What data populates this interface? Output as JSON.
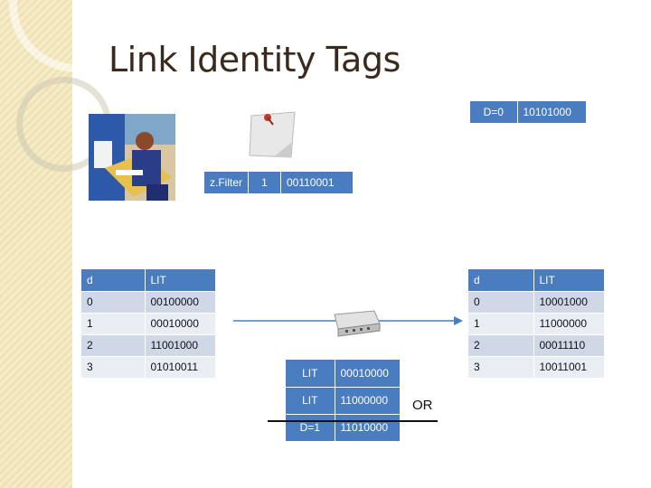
{
  "title": "Link Identity Tags",
  "d0_box": {
    "label": "D=0",
    "value": "10101000"
  },
  "zfilter_box": {
    "label": "z.Filter",
    "index": "1",
    "value": "00110001"
  },
  "left_table": {
    "headers": [
      "d",
      "LIT"
    ],
    "rows": [
      [
        "0",
        "00100000"
      ],
      [
        "1",
        "00010000"
      ],
      [
        "2",
        "11001000"
      ],
      [
        "3",
        "01010011"
      ]
    ]
  },
  "right_table": {
    "headers": [
      "d",
      "LIT"
    ],
    "rows": [
      [
        "0",
        "10001000"
      ],
      [
        "1",
        "11000000"
      ],
      [
        "2",
        "00011110"
      ],
      [
        "3",
        "10011001"
      ]
    ]
  },
  "mid_table": {
    "rows": [
      [
        "LIT",
        "00010000"
      ],
      [
        "LIT",
        "11000000"
      ],
      [
        "D=1",
        "11010000"
      ]
    ]
  },
  "or_label": "OR",
  "icons": {
    "person": "person-at-desk-icon",
    "pin": "pinned-note-icon",
    "router": "router-icon",
    "arrow": "arrow-right-icon"
  },
  "colors": {
    "accent": "#4a7cc0",
    "light_row": "#d0d8e8",
    "title": "#3a2a1e"
  }
}
